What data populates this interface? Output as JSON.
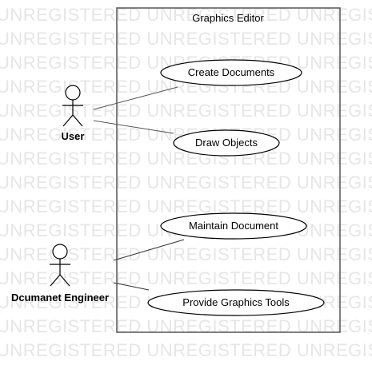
{
  "watermark": {
    "text": "UNREGISTERED UNREGISTERED UNREGISTERED"
  },
  "system": {
    "title": "Graphics Editor"
  },
  "actors": [
    {
      "id": "user",
      "label": "User"
    },
    {
      "id": "engineer",
      "label": "Dcumanet Engineer"
    }
  ],
  "use_cases": [
    {
      "id": "create",
      "label": "Create Documents"
    },
    {
      "id": "draw",
      "label": "Draw Objects"
    },
    {
      "id": "maintain",
      "label": "Maintain Document"
    },
    {
      "id": "tools",
      "label": "Provide Graphics Tools"
    }
  ],
  "associations": [
    {
      "from": "user",
      "to": "create"
    },
    {
      "from": "user",
      "to": "draw"
    },
    {
      "from": "engineer",
      "to": "maintain"
    },
    {
      "from": "engineer",
      "to": "tools"
    }
  ]
}
